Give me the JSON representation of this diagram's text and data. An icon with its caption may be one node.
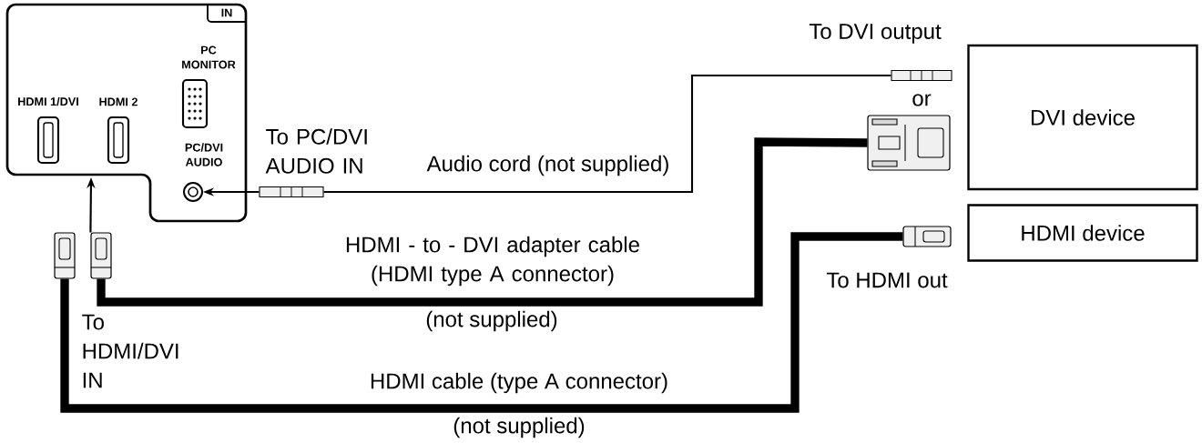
{
  "diagram": {
    "nodes": [
      {
        "text": [
          "IN"
        ]
      },
      {
        "text": [
          "HDMI 1/DVI"
        ],
        "in": 0
      },
      {
        "text": [
          "HDMI 2"
        ],
        "in": 0
      },
      {
        "text": [
          "PC MONITOR"
        ],
        "in": 0
      },
      {
        "text": [
          "PC/DVI AUDIO"
        ],
        "in": 0
      },
      {
        "text": [
          "DVI device"
        ]
      },
      {
        "text": [
          "HDMI device"
        ]
      },
      {
        "text": [],
        "shape": "plug"
      },
      {
        "text": [],
        "shape": "plug"
      },
      {
        "text": [],
        "shape": "plug"
      },
      {
        "text": [],
        "shape": "plug"
      },
      {
        "text": [],
        "shape": "plug"
      },
      {
        "text": [],
        "shape": "plug"
      }
    ],
    "edges": [
      {
        "from": 11,
        "to": 4,
        "arrow": "to"
      },
      {
        "from": 8,
        "to": 0,
        "arrow": "to"
      },
      {
        "from": 11,
        "to": 12,
        "arrow": "none",
        "label": "Audio cord (not supplied)"
      },
      {
        "from": 8,
        "to": 9,
        "arrow": "none",
        "label": "HDMI - to - DVI adapter cable (HDMI type A connector)",
        "style": "thick"
      },
      {
        "from": 7,
        "to": 10,
        "arrow": "none",
        "label": "HDMI cable (type A connector)",
        "style": "thick"
      }
    ],
    "labels": [
      "To DVI output",
      "or",
      "To PC/DVI AUDIO IN",
      "To HDMI out",
      "(not supplied)",
      "To HDMI/DVI IN",
      "(not supplied)"
    ]
  }
}
